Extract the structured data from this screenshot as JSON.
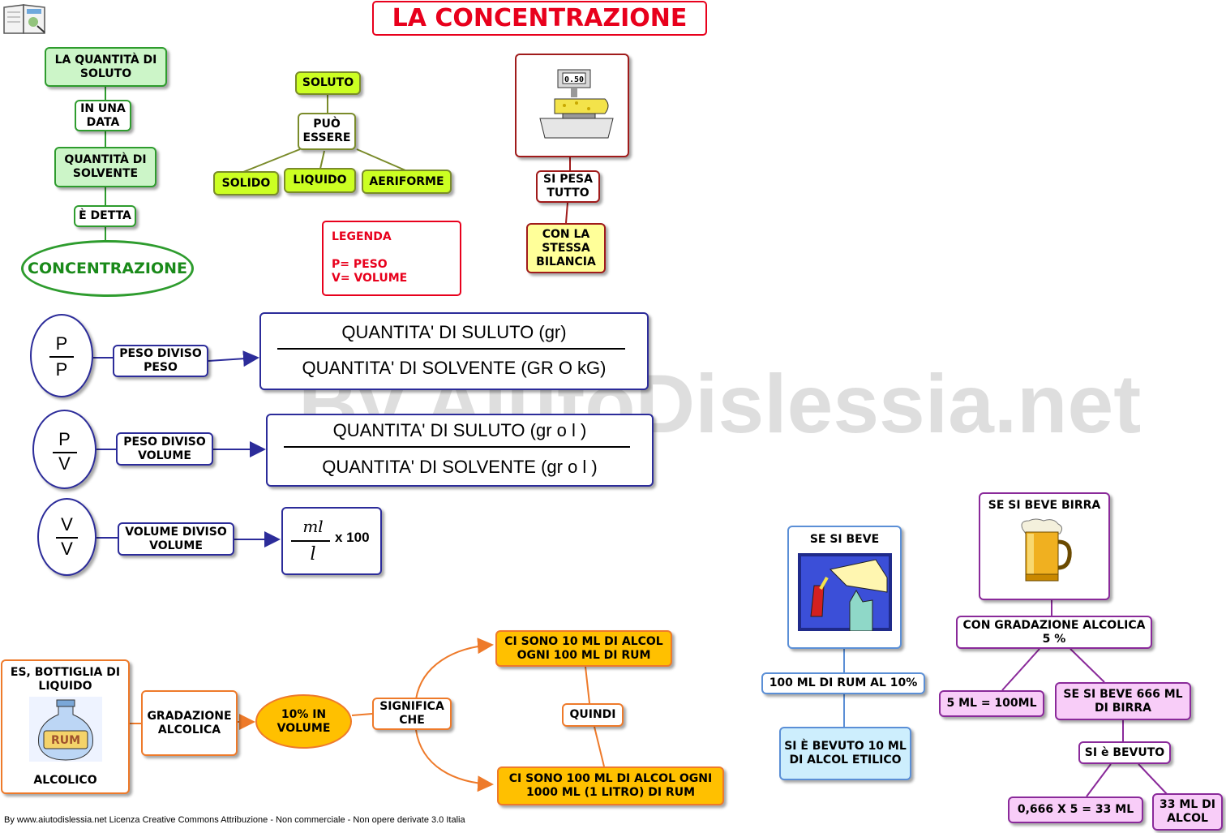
{
  "title": "LA CONCENTRAZIONE",
  "watermark": "By AiutoDislessia.net",
  "footer": "By www.aiutodislessia.net Licenza Creative Commons Attribuzione - Non commerciale - Non opere derivate 3.0 Italia",
  "left_chain": {
    "n1": "LA QUANTITÀ DI SOLUTO",
    "n2": "IN UNA DATA",
    "n3": "QUANTITÀ DI SOLVENTE",
    "n4": "È DETTA",
    "n5": "CONCENTRAZIONE"
  },
  "solute": {
    "root": "SOLUTO",
    "mid": "PUÒ ESSERE",
    "solid": "SOLIDO",
    "liquid": "LIQUIDO",
    "gas": "AERIFORME"
  },
  "legend": {
    "title": "LEGENDA",
    "p": "P= PESO",
    "v": "V= VOLUME"
  },
  "scale": {
    "display": "0.50",
    "n1": "SI PESA TUTTO",
    "n2": "CON LA STESSA BILANCIA"
  },
  "pp": {
    "top": "P",
    "bottom": "P",
    "label": "PESO DIVISO PESO",
    "num": "QUANTITA' DI SULUTO (gr)",
    "den": "QUANTITA' DI SOLVENTE (GR O kG)"
  },
  "pv": {
    "top": "P",
    "bottom": "V",
    "label": "PESO DIVISO VOLUME",
    "num": "QUANTITA' DI SULUTO (gr  o  l )",
    "den": "QUANTITA' DI SOLVENTE  (gr  o  l )"
  },
  "vv": {
    "top": "V",
    "bottom": "V",
    "label": "VOLUME DIVISO VOLUME",
    "num": "ml",
    "den": "l",
    "mult": "x 100"
  },
  "rum": {
    "example": "ES, BOTTIGLIA DI LIQUIDO",
    "bottle_label": "RUM",
    "alcolico": "ALCOLICO",
    "gradazione": "GRADAZIONE ALCOLICA",
    "ten": "10% IN VOLUME",
    "significa": "SIGNIFICA CHE",
    "c1": "CI SONO 10 ML DI ALCOL OGNI 100 ML DI RUM",
    "quindi": "QUINDI",
    "c2": "CI SONO 100 ML DI ALCOL OGNI 1000 ML (1 LITRO) DI RUM"
  },
  "drink": {
    "title": "SE SI BEVE",
    "n1": "100 ML DI RUM AL 10%",
    "n2": "SI È BEVUTO 10 ML DI ALCOL ETILICO"
  },
  "beer": {
    "title": "SE SI BEVE BIRRA",
    "n1": "CON GRADAZIONE ALCOLICA 5 %",
    "n2": "5 ML = 100ML",
    "n3": "SE SI BEVE 666 ML DI BIRRA",
    "n4": "SI è BEVUTO",
    "n5": "0,666  X 5 = 33 ML",
    "n6": "33 ML DI ALCOL"
  },
  "colors": {
    "title_red": "#e8001c",
    "green": "#1a8a1a",
    "navy": "#2c2c9a",
    "orange": "#ee7a2a",
    "purple": "#8a2a9a"
  }
}
